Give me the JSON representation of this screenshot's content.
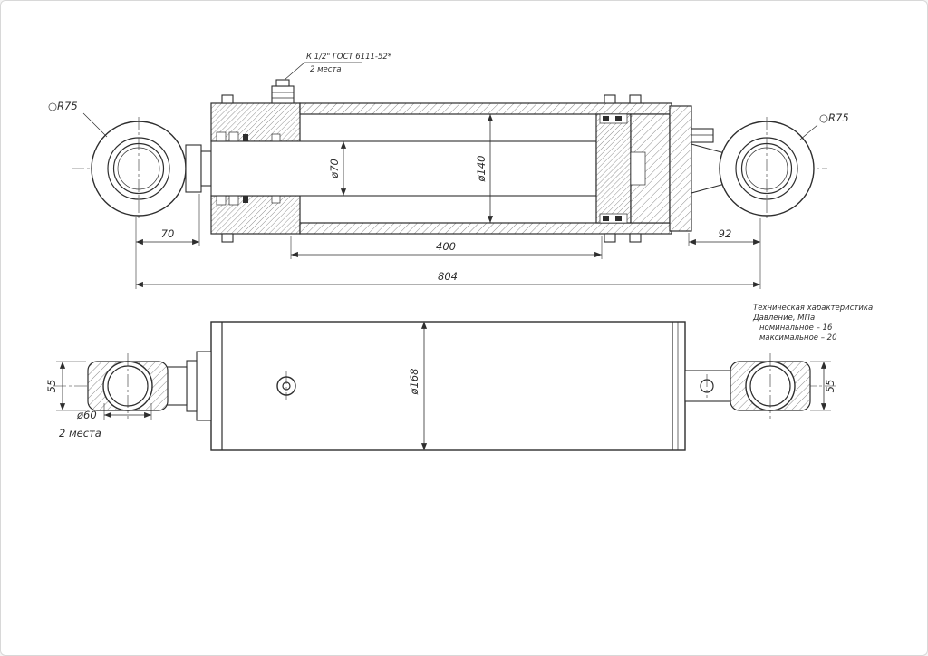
{
  "top_view": {
    "port_note_line1": "К 1/2\" ГОСТ 6111-52*",
    "port_note_line2": "2 места",
    "radius_label_left": "○R75",
    "radius_label_right": "○R75",
    "dim_rod_end": "70",
    "dim_stroke": "400",
    "dim_overall": "804",
    "dim_right_end": "92",
    "dim_rod_dia": "ø70",
    "dim_bore_dia": "ø140"
  },
  "bottom_view": {
    "dim_eye_width_left": "55",
    "dim_eye_width_right": "55",
    "dim_eye_hole_dia": "ø60",
    "eye_hole_note": "2 места",
    "dim_outer_dia": "ø168",
    "tech_spec": {
      "title": "Техническая характеристика",
      "line1": "Давление, МПа",
      "line2": "номинальное – 16",
      "line3": "максимальное – 20"
    }
  },
  "colors": {
    "line": "#2e2e2e",
    "background": "#ffffff"
  }
}
